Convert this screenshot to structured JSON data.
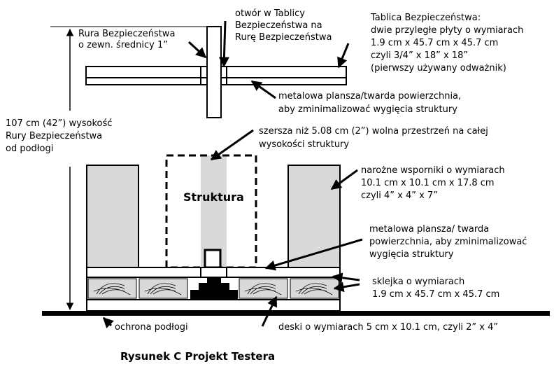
{
  "labels": {
    "rura_line1": "Rura Bezpieczeństwa",
    "rura_line2": "o zewn. średnicy 1”",
    "otwor_line1": "otwór w Tablicy",
    "otwor_line2": "Bezpieczeństwa na",
    "otwor_line3": "Rurę Bezpieczeństwa",
    "tablica_line1": "Tablica Bezpieczeństwa:",
    "tablica_line2": "dwie przyległe płyty o wymiarach",
    "tablica_line3": "1.9 cm x 45.7 cm x 45.7 cm",
    "tablica_line4": "czyli 3/4” x 18” x 18”",
    "tablica_line5": "(pierwszy używany odważnik)",
    "plansza_top_line1": "metalowa plansza/twarda powierzchnia,",
    "plansza_top_line2": "aby zminimalizować wygięcia struktury",
    "height_line1": "107 cm (42”) wysokość",
    "height_line2": "Rury Bezpieczeństwa",
    "height_line3": "od podłogi",
    "clearance_line1": "szersza niż 5.08 cm (2”) wolna przestrzeń na całej",
    "clearance_line2": "wysokości  struktury",
    "struktura": "Struktura",
    "wsporniki_line1": "narożne wsporniki o wymiarach",
    "wsporniki_line2": "10.1 cm x 10.1 cm x 17.8 cm",
    "wsporniki_line3": "czyli 4” x 4” x 7”",
    "plansza_bot_line1": "metalowa plansza/ twarda",
    "plansza_bot_line2": "powierzchnia, aby zminimalizować",
    "plansza_bot_line3": "wygięcia struktury",
    "sklejka_line1": "sklejka o wymiarach",
    "sklejka_line2": "1.9 cm x 45.7 cm x 45.7 cm",
    "ochrona": "ochrona podłogi",
    "deski": "deski o wymiarach 5 cm x 10.1 cm, czyli 2” x 4”",
    "caption": "Rysunek C Projekt Testera"
  },
  "colors": {
    "stroke": "#000000",
    "support_fill": "#d9d9d9",
    "clearance_fill": "#d9d9d9",
    "board_fill": "#d9d9d9"
  }
}
